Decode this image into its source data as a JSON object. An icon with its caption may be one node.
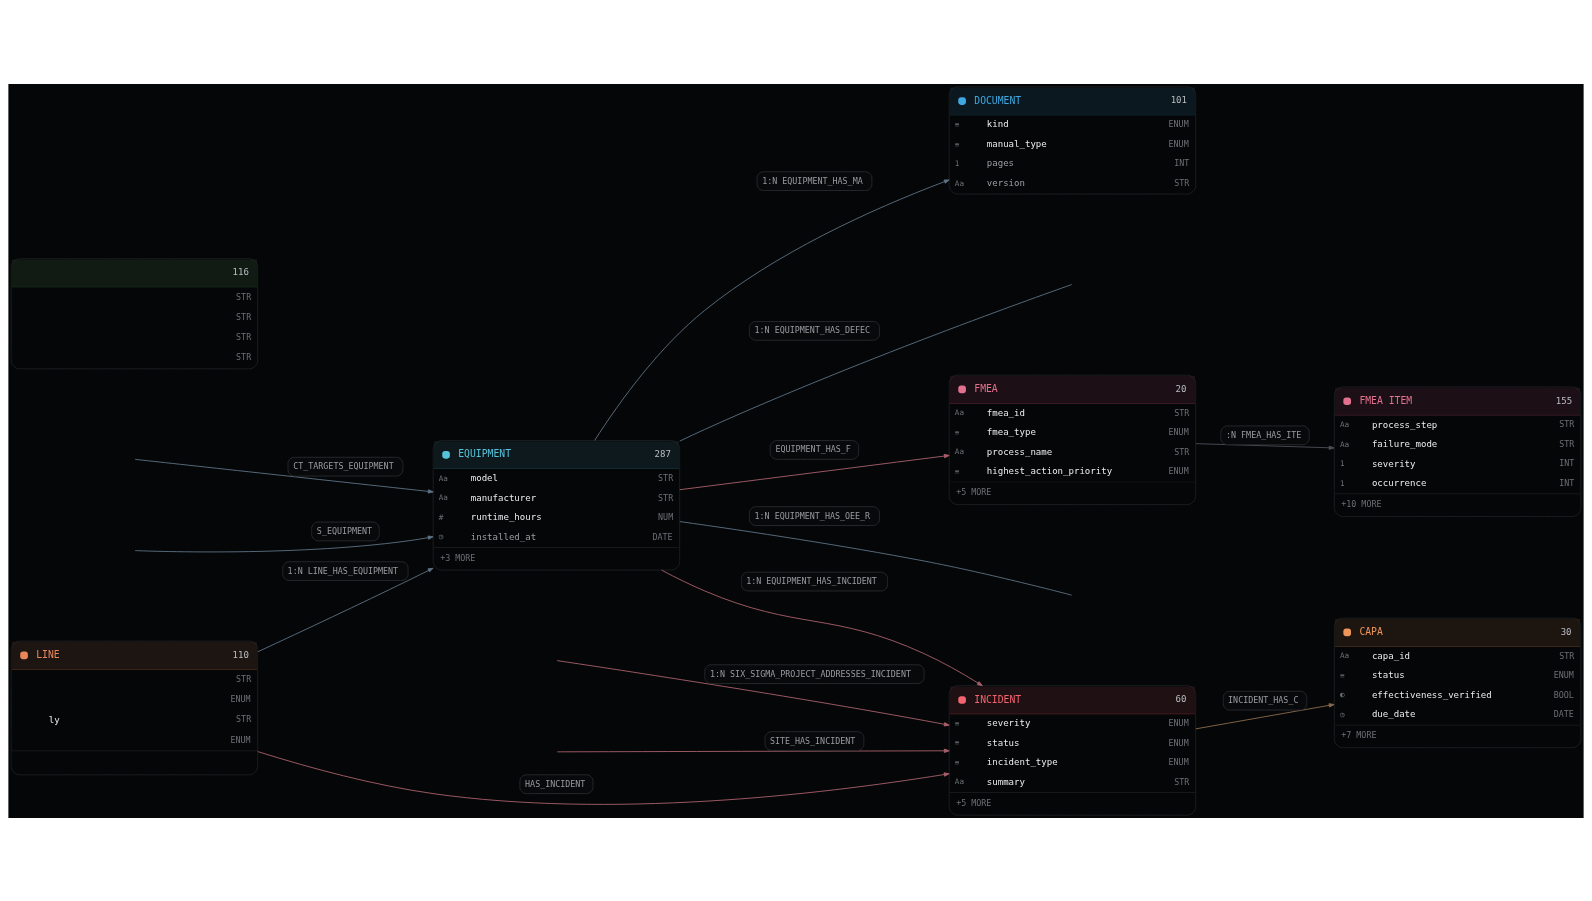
{
  "diagram": {
    "nodes": [
      {
        "text": [
          "DOCUMENT",
          "101",
          "≡",
          "kind",
          "ENUM",
          "≡",
          "manual_type",
          "ENUM",
          "1",
          "pages",
          "INT",
          "Aa",
          "version",
          "STR"
        ]
      },
      {
        "text": [
          "116",
          "STR",
          "STR",
          "STR",
          "STR"
        ]
      },
      {
        "text": [
          "FMEA",
          "20",
          "Aa",
          "fmea_id",
          "STR",
          "≡",
          "fmea_type",
          "ENUM",
          "Aa",
          "process_name",
          "STR",
          "≡",
          "highest_action_priority",
          "ENUM",
          "+5 MORE"
        ]
      },
      {
        "text": [
          "FMEA ITEM",
          "155",
          "Aa",
          "process_step",
          "STR",
          "Aa",
          "failure_mode",
          "STR",
          "1",
          "severity",
          "INT",
          "1",
          "occurrence",
          "INT",
          "+10 MORE"
        ]
      },
      {
        "text": [
          "EQUIPMENT",
          "287",
          "Aa",
          "model",
          "STR",
          "Aa",
          "manufacturer",
          "STR",
          "#",
          "runtime_hours",
          "NUM",
          "◷",
          "installed_at",
          "DATE",
          "+3 MORE"
        ]
      },
      {
        "text": [
          "CAPA",
          "30",
          "Aa",
          "capa_id",
          "STR",
          "≡",
          "status",
          "ENUM",
          "◐",
          "effectiveness_verified",
          "BOOL",
          "◷",
          "due_date",
          "DATE",
          "+7 MORE"
        ]
      },
      {
        "text": [
          "INCIDENT",
          "60",
          "≡",
          "severity",
          "ENUM",
          "≡",
          "status",
          "ENUM",
          "≡",
          "incident_type",
          "ENUM",
          "Aa",
          "summary",
          "STR",
          "+5 MORE"
        ]
      },
      {
        "text": [
          "LINE",
          "110",
          "STR",
          "ENUM",
          "ly",
          "STR",
          "ENUM"
        ]
      }
    ],
    "edges": [
      {
        "from": 4,
        "to": 0,
        "arrow": "to",
        "label": "1:N EQUIPMENT_HAS_MA"
      },
      {
        "from": 4,
        "to": null,
        "arrow": "none",
        "label": "1:N EQUIPMENT_HAS_DEFEC"
      },
      {
        "from": 4,
        "to": 2,
        "arrow": "to",
        "label": "EQUIPMENT_HAS_F",
        "color": "#a8606c"
      },
      {
        "from": 4,
        "to": 6,
        "arrow": "to",
        "label": "1:N EQUIPMENT_HAS_INCIDENT",
        "color": "#a8606c"
      },
      {
        "from": 4,
        "to": null,
        "arrow": "none",
        "label": "1:N EQUIPMENT_HAS_OEE_R"
      },
      {
        "from": null,
        "to": 4,
        "arrow": "to",
        "label": "CT_TARGETS_EQUIPMENT"
      },
      {
        "from": null,
        "to": 4,
        "arrow": "to",
        "label": "S_EQUIPMENT"
      },
      {
        "from": 7,
        "to": 4,
        "arrow": "to",
        "label": "1:N LINE_HAS_EQUIPMENT"
      },
      {
        "from": null,
        "to": 6,
        "arrow": "to",
        "label": "1:N SIX_SIGMA_PROJECT_ADDRESSES_INCIDENT",
        "color": "#a8606c"
      },
      {
        "from": 7,
        "to": 6,
        "arrow": "to",
        "label": "HAS_INCIDENT",
        "color": "#a8606c"
      },
      {
        "from": null,
        "to": 6,
        "arrow": "to",
        "label": "SITE_HAS_INCIDENT",
        "color": "#a8606c"
      },
      {
        "from": 2,
        "to": 3,
        "arrow": "to",
        "label": ":N FMEA_HAS_ITE",
        "color": "#4a5058"
      },
      {
        "from": 6,
        "to": 5,
        "arrow": "to",
        "label": "INCIDENT_HAS_C",
        "color": "#8c6a4c"
      }
    ]
  }
}
